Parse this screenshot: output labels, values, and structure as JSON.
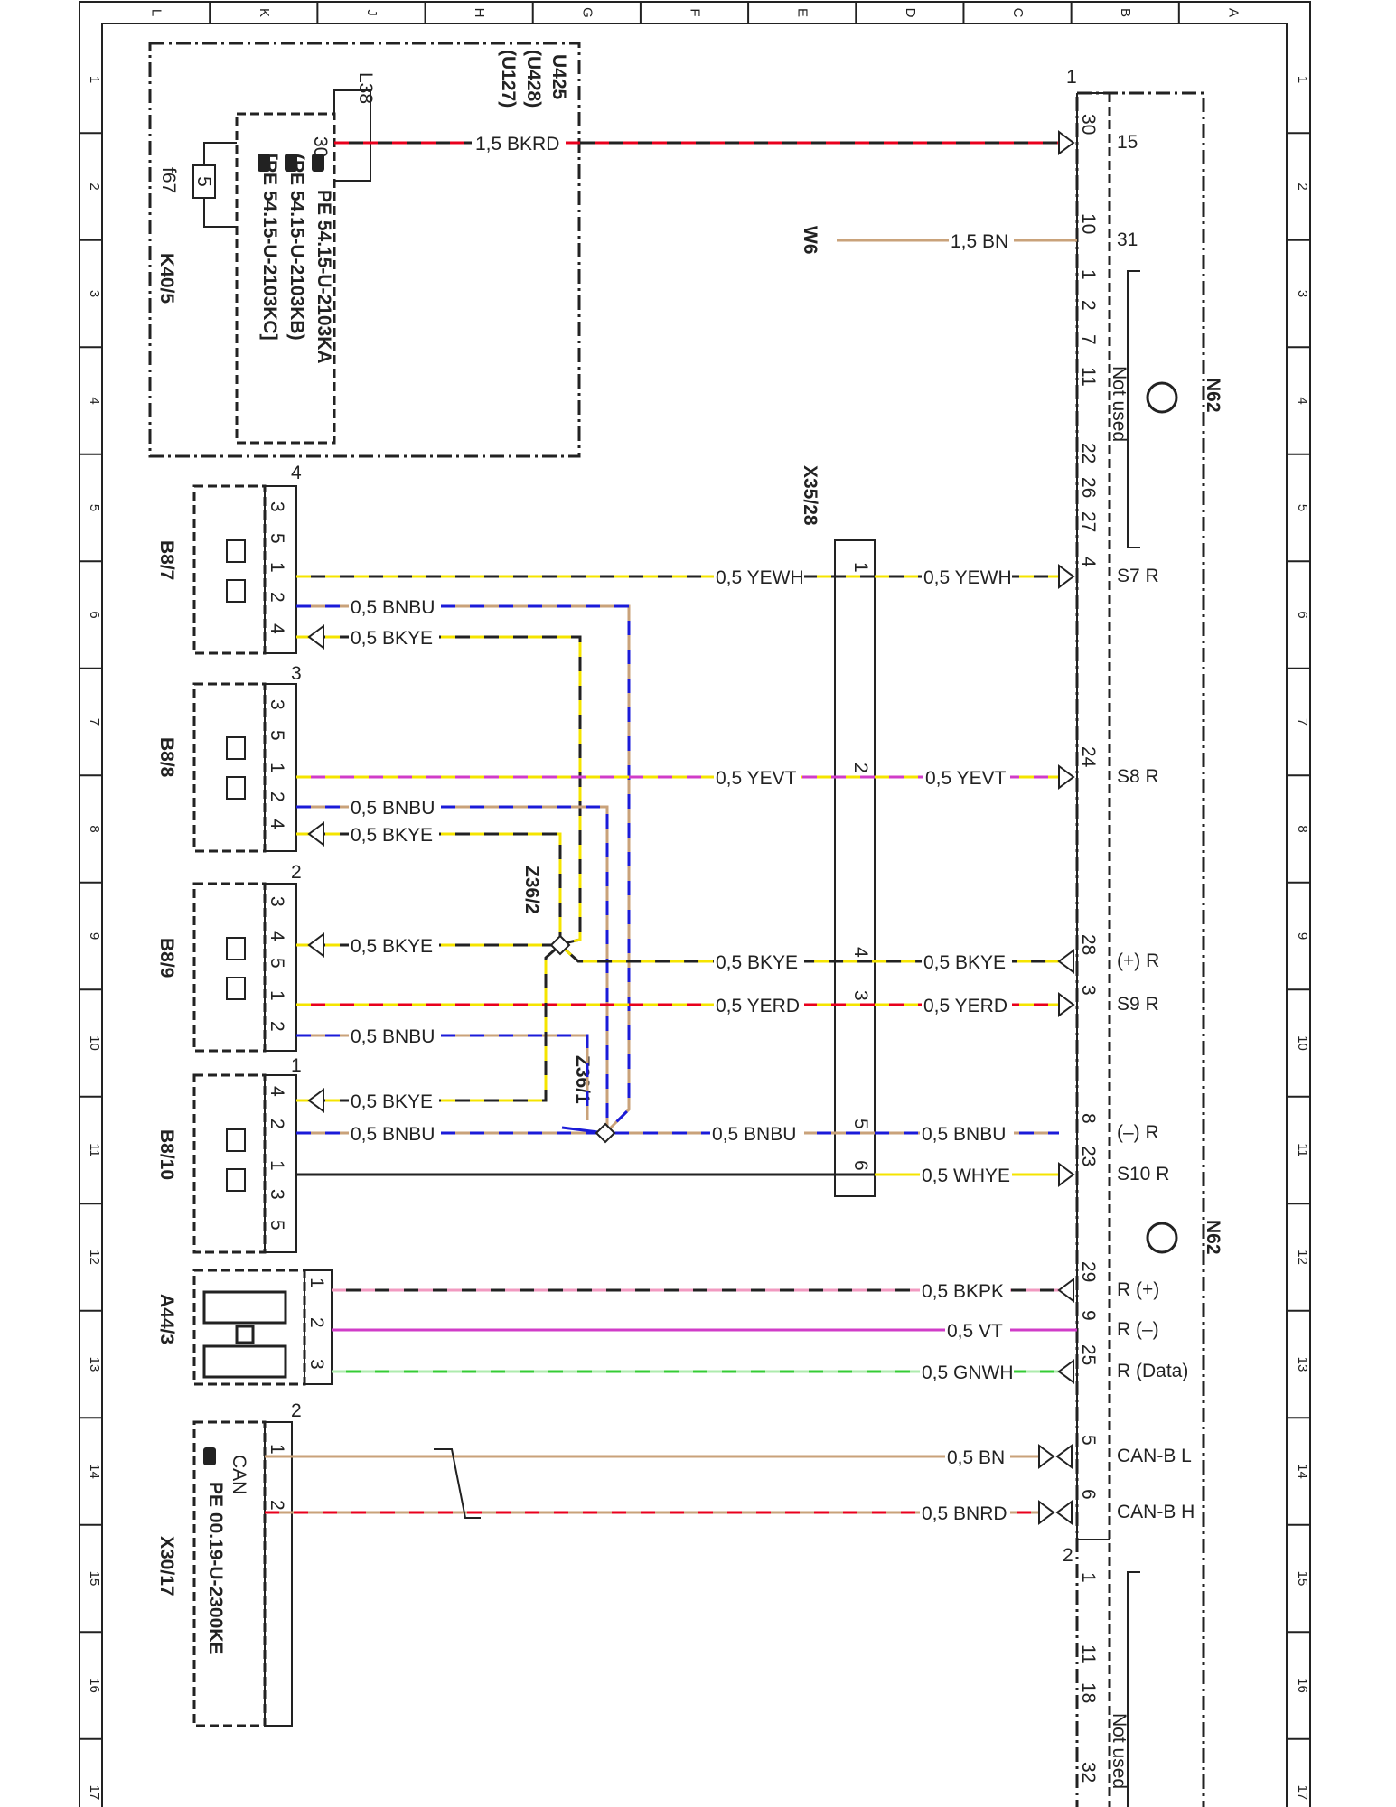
{
  "border": {
    "columns": [
      "L",
      "K",
      "J",
      "H",
      "G",
      "F",
      "E",
      "D",
      "C",
      "B",
      "A"
    ],
    "rows": [
      "1",
      "2",
      "3",
      "4",
      "5",
      "6",
      "7",
      "8",
      "9",
      "10",
      "11",
      "12",
      "13",
      "14",
      "15",
      "16",
      "17"
    ]
  },
  "components": {
    "u425": {
      "label": "U425"
    },
    "u428": {
      "label": "(U428)"
    },
    "u127": {
      "label": "(U127)"
    },
    "l38": {
      "label": "L38"
    },
    "k40_5": {
      "label": "K40/5"
    },
    "f67": {
      "label": "f67"
    },
    "fuse_value": "5",
    "pe1": {
      "label": "PE 54.15-U-2103KA"
    },
    "pe2": {
      "label": "(PE 54.15-U-2103KB)"
    },
    "pe3": {
      "label": "[PE 54.15-U-2103KC]"
    },
    "w6": {
      "label": "W6"
    },
    "n62_top": {
      "label": "N62"
    },
    "n62_mid": {
      "label": "N62"
    },
    "x35_28": {
      "label": "X35/28"
    },
    "z36_2": {
      "label": "Z36/2"
    },
    "z36_1": {
      "label": "Z36/1"
    },
    "b8_7": {
      "label": "B8/7"
    },
    "b8_8": {
      "label": "B8/8"
    },
    "b8_9": {
      "label": "B8/9"
    },
    "b8_10": {
      "label": "B8/10"
    },
    "a44_3": {
      "label": "A44/3"
    },
    "x30_17": {
      "label": "X30/17"
    },
    "can": {
      "label": "CAN"
    },
    "pe_can": {
      "label": "PE 00.19-U-2300KE"
    },
    "not_used": "Not used"
  },
  "wires": [
    {
      "id": "bkrd",
      "label": "1,5 BKRD",
      "color": "#e8001c"
    },
    {
      "id": "bn31",
      "label": "1,5 BN",
      "color": "#c9a27a"
    },
    {
      "id": "yewh_left",
      "label": "0,5 YEWH",
      "color": "#f5e400"
    },
    {
      "id": "yewh_right",
      "label": "0,5 YEWH",
      "color": "#f5e400"
    },
    {
      "id": "bnbu_b87",
      "label": "0,5 BNBU",
      "color": "#1b1bd8"
    },
    {
      "id": "bkye_b87",
      "label": "0,5 BKYE",
      "color": "#f5e400"
    },
    {
      "id": "yevt_left",
      "label": "0,5 YEVT",
      "color": "#d03cc8"
    },
    {
      "id": "yevt_right",
      "label": "0,5 YEVT",
      "color": "#d03cc8"
    },
    {
      "id": "bnbu_b88",
      "label": "0,5 BNBU",
      "color": "#1b1bd8"
    },
    {
      "id": "bkye_b88",
      "label": "0,5 BKYE",
      "color": "#f5e400"
    },
    {
      "id": "bkye_b89",
      "label": "0,5 BKYE",
      "color": "#f5e400"
    },
    {
      "id": "bkye_left",
      "label": "0,5 BKYE",
      "color": "#f5e400"
    },
    {
      "id": "bkye_right",
      "label": "0,5 BKYE",
      "color": "#f5e400"
    },
    {
      "id": "yerd_left",
      "label": "0,5 YERD",
      "color": "#e8001c"
    },
    {
      "id": "yerd_right",
      "label": "0,5 YERD",
      "color": "#e8001c"
    },
    {
      "id": "bnbu_b89",
      "label": "0,5 BNBU",
      "color": "#1b1bd8"
    },
    {
      "id": "bkye_b810",
      "label": "0,5 BKYE",
      "color": "#f5e400"
    },
    {
      "id": "bnbu_b810",
      "label": "0,5 BNBU",
      "color": "#1b1bd8"
    },
    {
      "id": "bnbu_left",
      "label": "0,5 BNBU",
      "color": "#1b1bd8"
    },
    {
      "id": "bnbu_right",
      "label": "0,5 BNBU",
      "color": "#1b1bd8"
    },
    {
      "id": "whye",
      "label": "0,5 WHYE",
      "color": "#f5e400"
    },
    {
      "id": "bkpk",
      "label": "0,5 BKPK",
      "color": "#f19ac0"
    },
    {
      "id": "vt",
      "label": "0,5 VT",
      "color": "#d03cc8"
    },
    {
      "id": "gnwh",
      "label": "0,5 GNWH",
      "color": "#35cc35"
    },
    {
      "id": "bn_can",
      "label": "0,5 BN",
      "color": "#c9a27a"
    },
    {
      "id": "bnrd_can",
      "label": "0,5 BNRD",
      "color": "#e8001c"
    }
  ],
  "n62_pins": {
    "p15": "15",
    "p31": "31",
    "s7r": "S7 R",
    "s8r": "S8 R",
    "plus_r": "(+) R",
    "s9r": "S9 R",
    "minus_r": "(–) R",
    "s10r": "S10 R",
    "r_plus": "R (+)",
    "r_minus": "R (–)",
    "r_data": "R (Data)",
    "can_b_l": "CAN-B L",
    "can_b_h": "CAN-B H"
  },
  "pin_numbers": {
    "n30": "30",
    "n10": "10",
    "n1": "1",
    "n2": "2",
    "n7": "7",
    "n11": "11",
    "n22": "22",
    "n26": "26",
    "n27": "27",
    "n4": "4",
    "n24": "24",
    "n28": "28",
    "n3": "3",
    "n8": "8",
    "n23": "23",
    "n29": "29",
    "n9": "9",
    "n25": "25",
    "n5": "5",
    "n6": "6",
    "n18": "18",
    "n32": "32",
    "conn1": "1",
    "conn2": "2",
    "conn3": "3",
    "conn4": "4"
  },
  "x35_pins": [
    "1",
    "2",
    "4",
    "3",
    "5",
    "6"
  ],
  "colors": {
    "red": "#e8001c",
    "brown": "#c9a27a",
    "blue": "#1b1bd8",
    "yellow": "#f5e400",
    "violet": "#d03cc8",
    "pink": "#f19ac0",
    "green": "#35cc35",
    "black": "#222222"
  }
}
